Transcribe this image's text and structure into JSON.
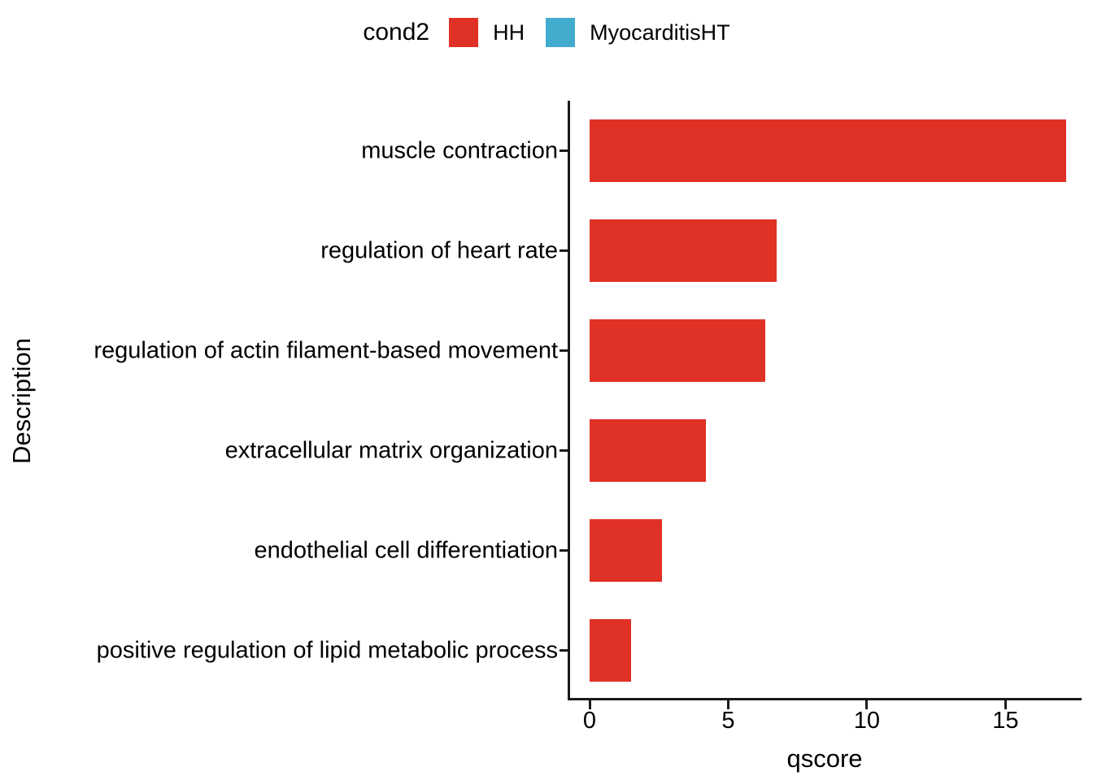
{
  "legend": {
    "title": "cond2",
    "entries": [
      {
        "label": "HH",
        "color": "#e03127",
        "swatch_name": "legend-swatch-hh"
      },
      {
        "label": "MyocarditisHT",
        "color": "#41acce",
        "swatch_name": "legend-swatch-myocarditisht"
      }
    ]
  },
  "axes": {
    "y_title": "Description",
    "x_title": "qscore"
  },
  "chart_data": {
    "type": "bar",
    "orientation": "horizontal",
    "title": "",
    "xlabel": "qscore",
    "ylabel": "Description",
    "xlim": [
      0,
      17.6
    ],
    "xticks": [
      0,
      5,
      10,
      15
    ],
    "xticklabels": [
      "0",
      "5",
      "10",
      "15"
    ],
    "grid": false,
    "legend_position": "top",
    "legend_title": "cond2",
    "categories": [
      "muscle contraction",
      "regulation of heart rate",
      "regulation of actin filament-based movement",
      "extracellular matrix organization",
      "endothelial cell differentiation",
      "positive regulation of lipid metabolic process"
    ],
    "series": [
      {
        "name": "HH",
        "color": "#e03127",
        "values": [
          17.2,
          6.75,
          6.35,
          4.2,
          2.6,
          1.5
        ]
      },
      {
        "name": "MyocarditisHT",
        "color": "#41acce",
        "values": [
          0,
          0,
          0,
          0,
          0,
          0
        ]
      }
    ]
  }
}
